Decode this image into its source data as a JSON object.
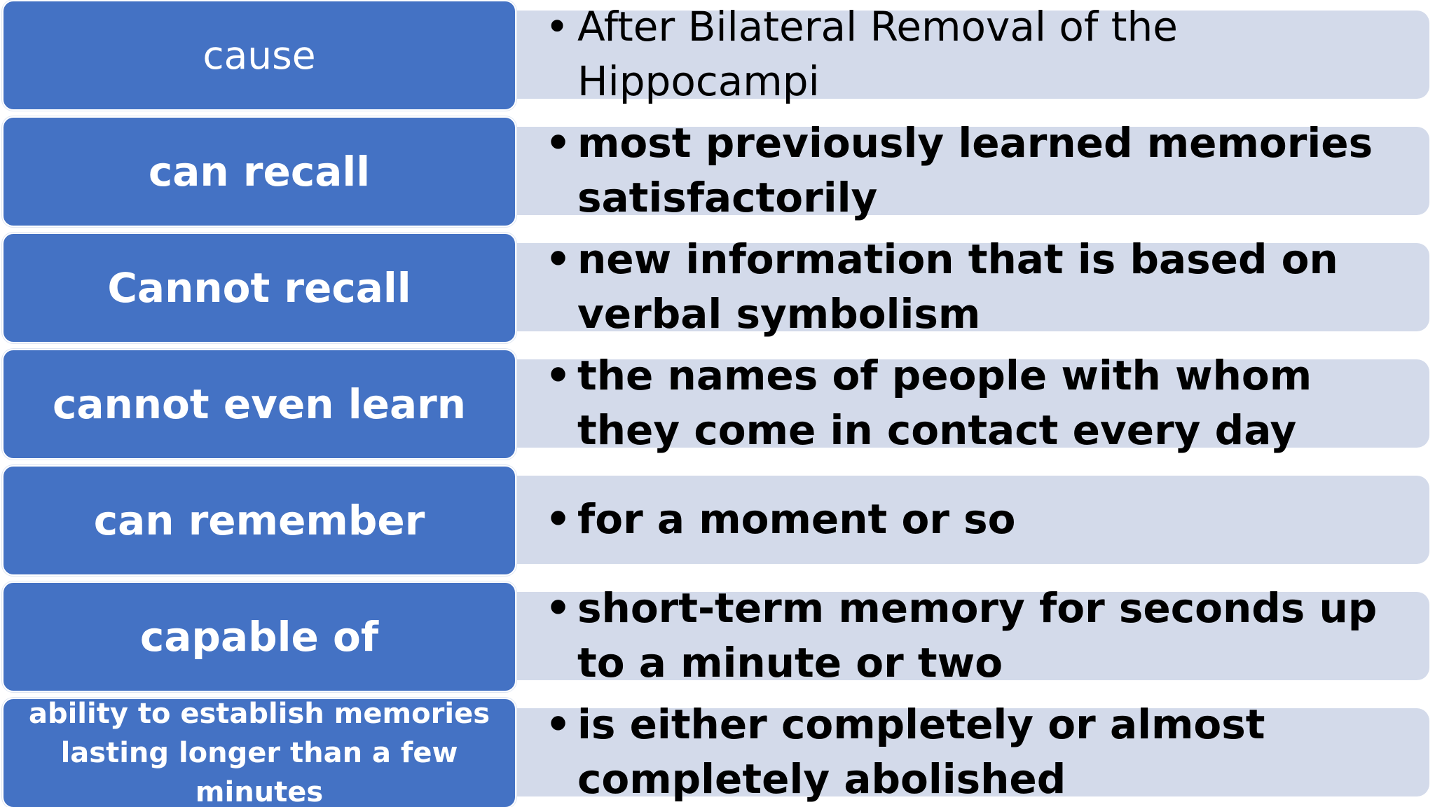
{
  "rows": [
    {
      "label": "cause",
      "text": "After Bilateral Removal of the Hippocampi",
      "bullet": "•"
    },
    {
      "label": "can recall",
      "text": "most previously learned memories satisfactorily",
      "bullet": "•"
    },
    {
      "label": "Cannot recall",
      "text": "new information that is based on verbal symbolism",
      "bullet": "•"
    },
    {
      "label": "cannot even learn",
      "text": "the names of people with whom they come in contact every day",
      "bullet": "•"
    },
    {
      "label": "can remember",
      "text": "for a moment or so",
      "bullet": "•"
    },
    {
      "label": "capable of",
      "text": "short-term memory for seconds up to a minute or two",
      "bullet": "•"
    },
    {
      "label": "ability to establish memories lasting longer than a few minutes",
      "text": "is either completely or almost completely abolished",
      "bullet": "•"
    }
  ],
  "colors": {
    "label_fill": "#4472c4",
    "text_fill": "#d3daea",
    "label_text": "#ffffff",
    "body_text": "#000000"
  }
}
